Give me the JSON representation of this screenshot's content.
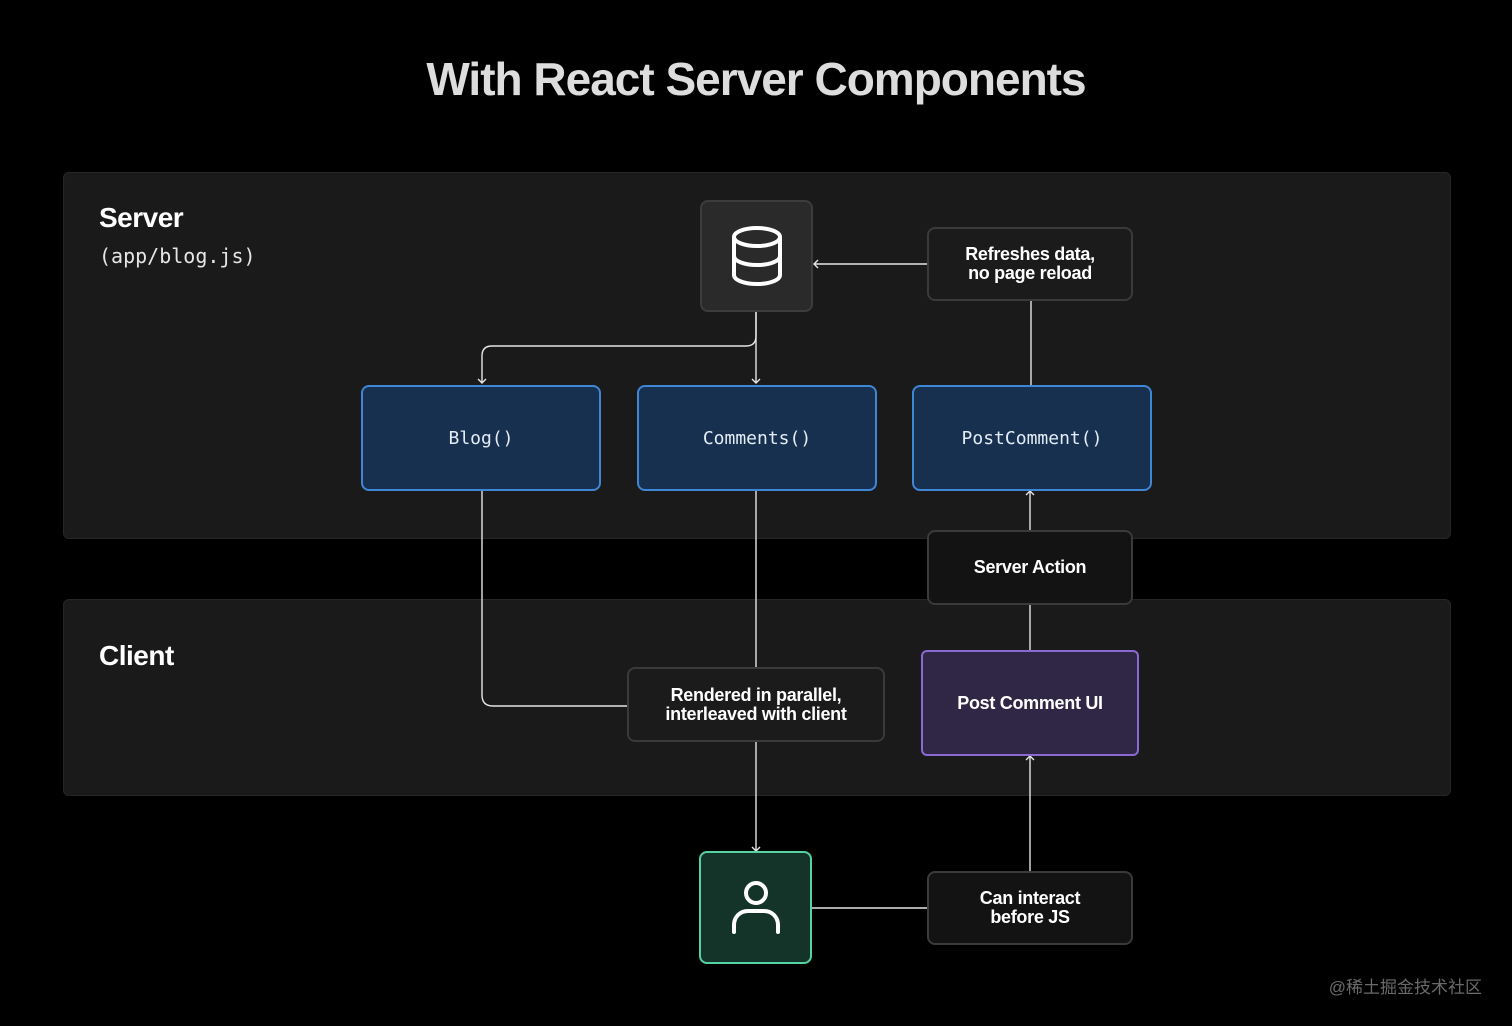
{
  "title": "With React Server Components",
  "server": {
    "label": "Server",
    "file": "(app/blog.js)"
  },
  "client": {
    "label": "Client"
  },
  "nodes": {
    "database": {
      "icon": "database-icon"
    },
    "refreshes": {
      "label": "Refreshes data,\nno page reload"
    },
    "blog": {
      "label": "Blog()"
    },
    "comments": {
      "label": "Comments()"
    },
    "post_comment": {
      "label": "PostComment()"
    },
    "server_action": {
      "label": "Server Action"
    },
    "post_comment_ui": {
      "label": "Post Comment UI"
    },
    "rendered": {
      "label": "Rendered in parallel,\ninterleaved with client"
    },
    "user": {
      "icon": "user-icon"
    },
    "can_interact": {
      "label": "Can interact\nbefore JS"
    }
  },
  "colors": {
    "server_component_fill": "#17304f",
    "server_component_border": "#3f86d6",
    "client_component_fill": "#302646",
    "client_component_border": "#8a69d2",
    "user_fill": "#143329",
    "user_border": "#54d2a2"
  },
  "watermark": "@稀土掘金技术社区"
}
